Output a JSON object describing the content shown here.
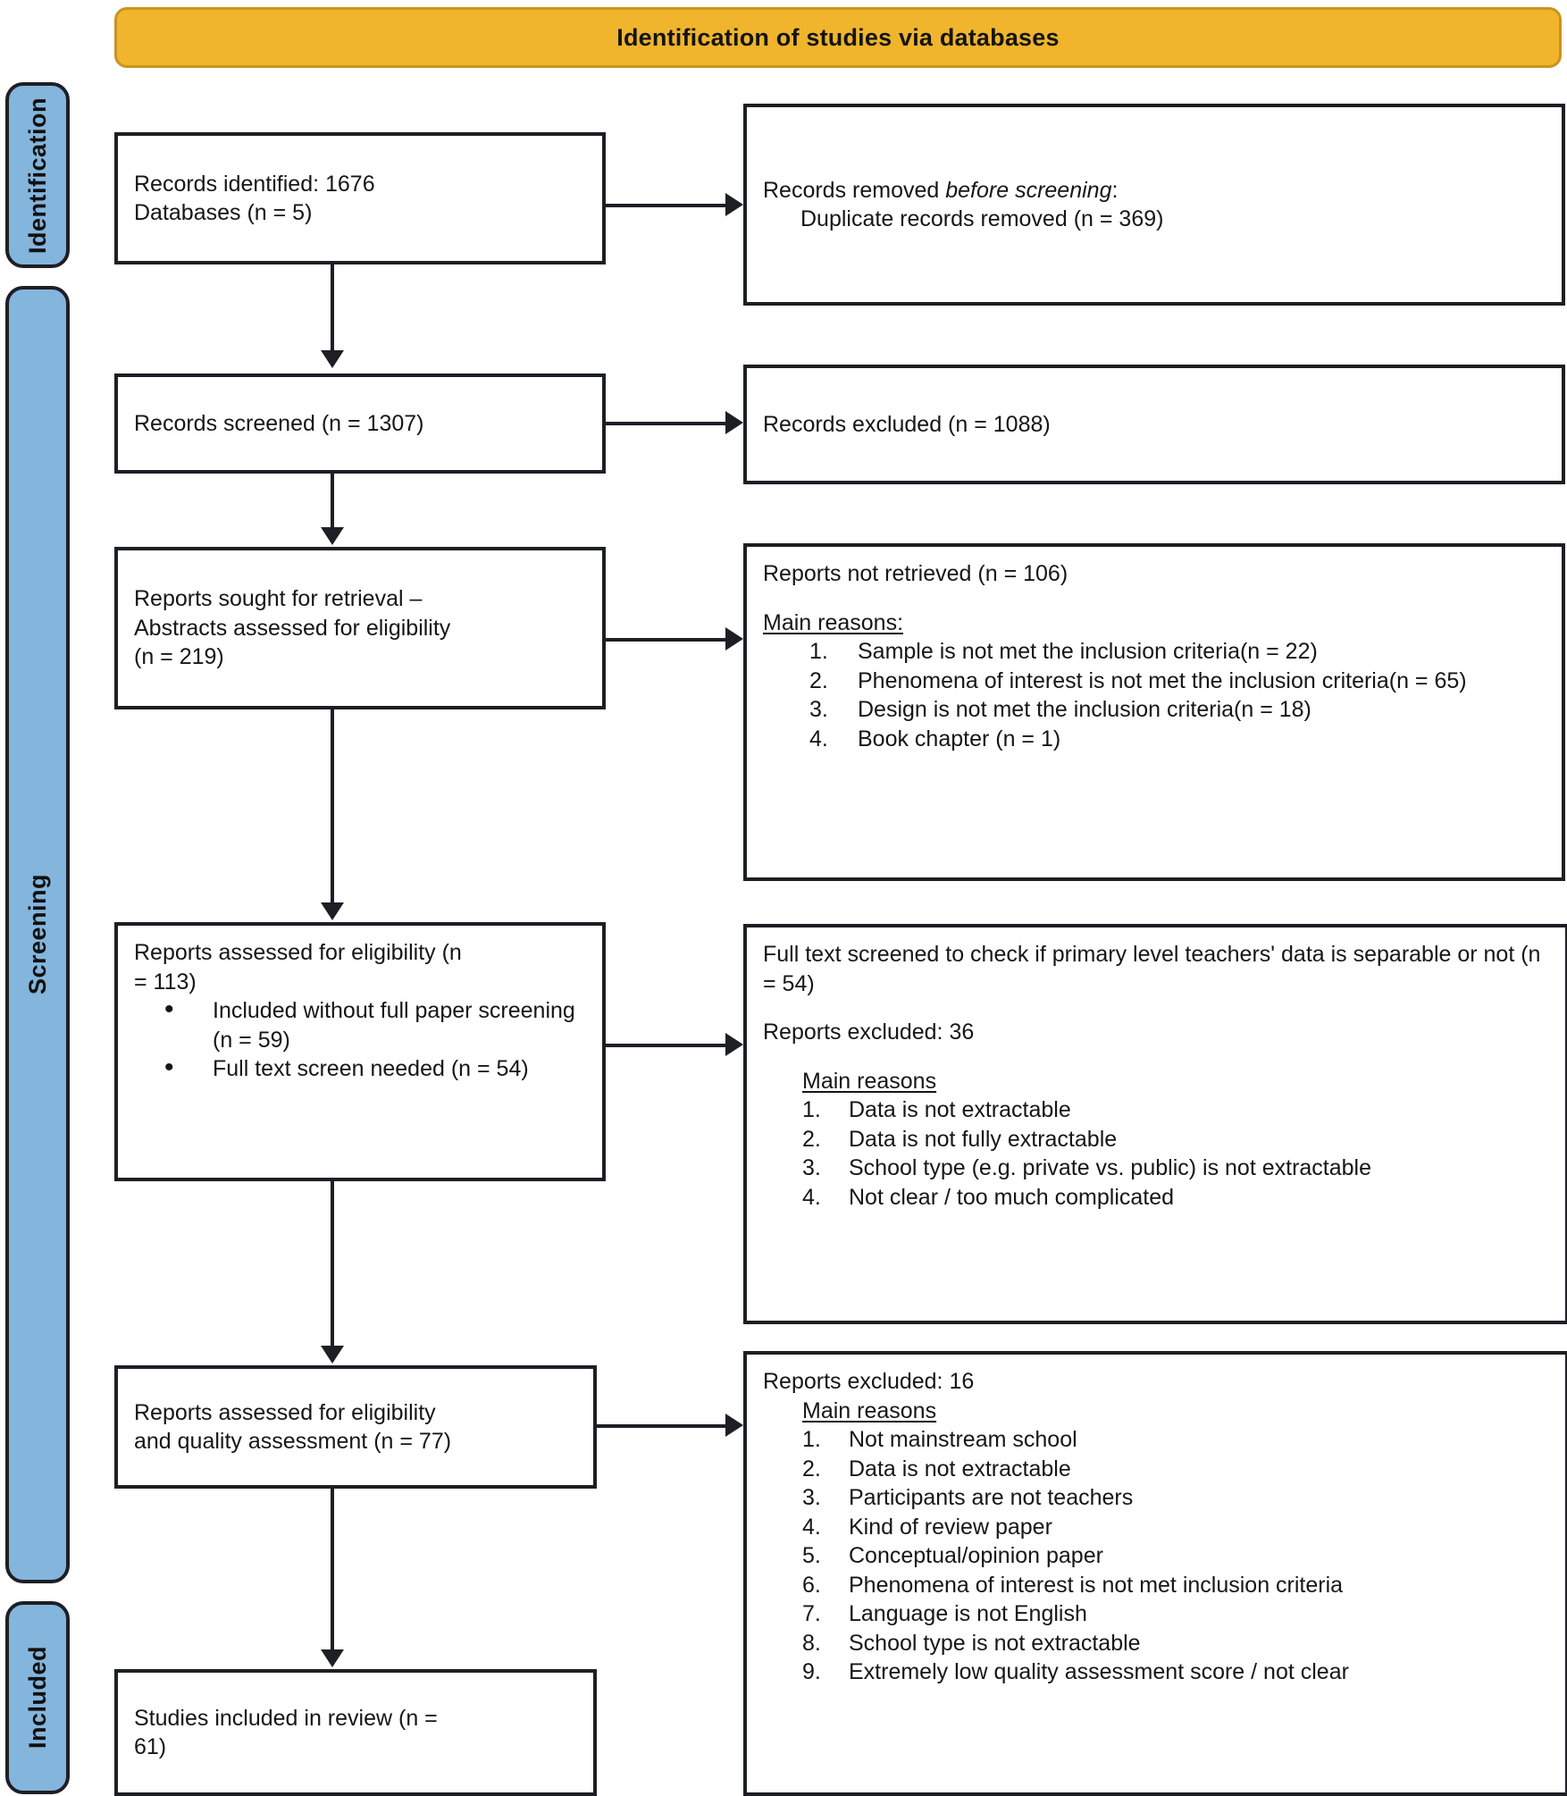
{
  "header": {
    "title": "Identification of studies via databases"
  },
  "stages": [
    {
      "id": "identification",
      "label": "Identification"
    },
    {
      "id": "screening",
      "label": "Screening"
    },
    {
      "id": "included",
      "label": "Included"
    }
  ],
  "boxes": {
    "identified": {
      "line1": "Records identified: 1676",
      "line2": "Databases (n = 5)"
    },
    "removed": {
      "line1_a": "Records removed ",
      "line1_italic": "before screening",
      "line1_b": ":",
      "line2": "Duplicate records removed (n = 369)"
    },
    "screened": {
      "line1": "Records screened (n = 1307)"
    },
    "excluded1": {
      "line1": "Records excluded (n = 1088)"
    },
    "sought": {
      "line1": "Reports sought for retrieval –",
      "line2": "Abstracts assessed for eligibility",
      "line3": "(n = 219)"
    },
    "not_retrieved": {
      "line1": "Reports not retrieved (n = 106)",
      "reasons_heading": "Main reasons:",
      "reasons": [
        "Sample is not met the inclusion criteria(n = 22)",
        "Phenomena of interest is not met the inclusion criteria(n = 65)",
        "Design is not met the inclusion criteria(n = 18)",
        "Book chapter (n = 1)"
      ]
    },
    "assessed": {
      "line1": "Reports assessed for eligibility (n",
      "line2": "= 113)",
      "bullets": [
        "Included without full paper screening (n = 59)",
        "Full text screen needed (n = 54)"
      ]
    },
    "fulltext": {
      "line1": "Full text screened to check if primary level teachers' data is separable or not (n = 54)",
      "line2": "Reports excluded: 36",
      "reasons_heading": "Main reasons",
      "reasons": [
        "Data is not extractable",
        "Data is not fully extractable",
        "School type (e.g. private vs. public) is not extractable",
        "Not clear / too much complicated"
      ]
    },
    "quality": {
      "line1": "Reports assessed for eligibility",
      "line2": "and quality assessment (n = 77)"
    },
    "excluded2": {
      "line1": "Reports excluded: 16",
      "reasons_heading": "Main reasons",
      "reasons": [
        "Not mainstream school",
        "Data is not extractable",
        "Participants are not teachers",
        "Kind of review paper",
        "Conceptual/opinion paper",
        "Phenomena of interest is not met inclusion criteria",
        "Language is not English",
        "School type is not extractable",
        "Extremely low quality assessment score / not clear"
      ]
    },
    "included": {
      "line1": "Studies included in review (n =",
      "line2": "61)"
    }
  },
  "chart_data": {
    "type": "diagram",
    "diagram_type": "PRISMA 2020 flow diagram",
    "title": "Identification of studies via databases",
    "nodes": [
      {
        "stage": "Identification",
        "label": "Records identified: 1676 / Databases (n = 5)",
        "n": 1676,
        "databases": 5
      },
      {
        "stage": "Identification",
        "label": "Records removed before screening: Duplicate records removed",
        "n": 369
      },
      {
        "stage": "Screening",
        "label": "Records screened",
        "n": 1307
      },
      {
        "stage": "Screening",
        "label": "Records excluded",
        "n": 1088
      },
      {
        "stage": "Screening",
        "label": "Reports sought for retrieval - Abstracts assessed for eligibility",
        "n": 219
      },
      {
        "stage": "Screening",
        "label": "Reports not retrieved",
        "n": 106
      },
      {
        "stage": "Screening",
        "label": "Reports assessed for eligibility",
        "n": 113
      },
      {
        "stage": "Screening",
        "label": "Included without full paper screening",
        "n": 59
      },
      {
        "stage": "Screening",
        "label": "Full text screen needed",
        "n": 54
      },
      {
        "stage": "Screening",
        "label": "Full text screened to check if primary level teachers' data is separable or not",
        "n": 54
      },
      {
        "stage": "Screening",
        "label": "Reports excluded (full text stage)",
        "n": 36
      },
      {
        "stage": "Screening",
        "label": "Reports assessed for eligibility and quality assessment",
        "n": 77
      },
      {
        "stage": "Screening",
        "label": "Reports excluded (quality stage)",
        "n": 16
      },
      {
        "stage": "Included",
        "label": "Studies included in review",
        "n": 61
      }
    ],
    "exclusion_reasons": {
      "not_retrieved_106": [
        {
          "reason": "Sample is not met the inclusion criteria",
          "n": 22
        },
        {
          "reason": "Phenomena of interest is not met the inclusion criteria",
          "n": 65
        },
        {
          "reason": "Design is not met the inclusion criteria",
          "n": 18
        },
        {
          "reason": "Book chapter",
          "n": 1
        }
      ],
      "full_text_excluded_36": [
        "Data is not extractable",
        "Data is not fully extractable",
        "School type (e.g. private vs. public) is not extractable",
        "Not clear / too much complicated"
      ],
      "quality_excluded_16": [
        "Not mainstream school",
        "Data is not extractable",
        "Participants are not teachers",
        "Kind of review paper",
        "Conceptual/opinion paper",
        "Phenomena of interest is not met inclusion criteria",
        "Language is not English",
        "School type is not extractable",
        "Extremely low quality assessment score / not clear"
      ]
    },
    "colors": {
      "header": "#F0B52C",
      "stage_bar": "#84B5DC",
      "border": "#1d1f25",
      "box_fill": "#ffffff"
    }
  }
}
